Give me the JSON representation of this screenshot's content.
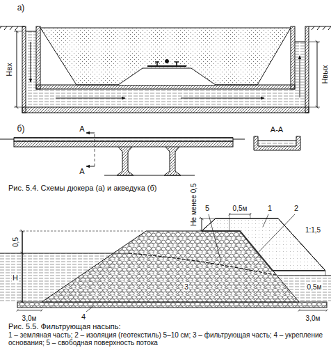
{
  "diagram": {
    "labels": [
      "а)",
      "Hвх",
      "Hвых",
      "б)",
      "А",
      "А",
      "А-А",
      "Рис. 5.4. Схемы дюкера (а) и акведука (б)",
      "Не менее 0,5",
      "0,5м",
      "5",
      "1",
      "2",
      "1:1,5",
      "0,5м",
      "0,5",
      "H",
      "3,0м",
      "4",
      "3",
      "3,0м",
      "Рис. 5.5. Фильтрующая насыпь:",
      "1 – земляная часть; 2 – изоляция (геотекстиль) 5–10 см; 3 – фильтрующая часть; 4 – укрепление основания; 5 – свободная поверхность потока"
    ]
  }
}
